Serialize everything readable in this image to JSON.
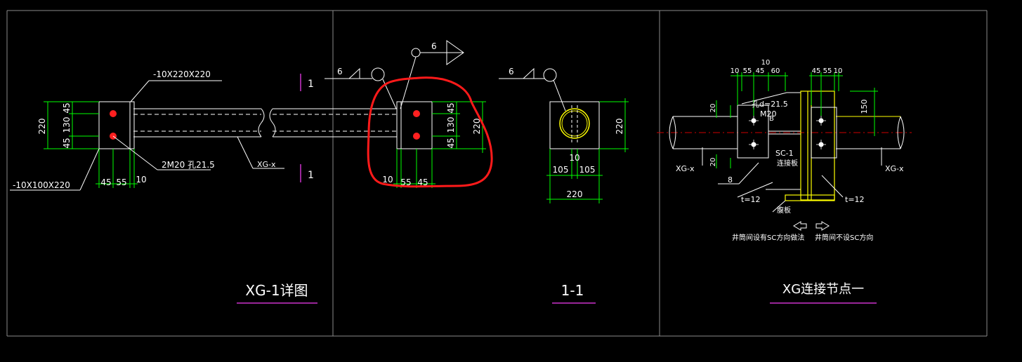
{
  "colors": {
    "background": "#000000",
    "line": "#ffffff",
    "dimension": "#00ff00",
    "bolt": "#ff2020",
    "markup": "#ff1a1a",
    "title_underline": "#cc33cc",
    "pipe_outline": "#ffff00",
    "panel_border": "#8a8a8a",
    "centerline": "#cc0000"
  },
  "panels": {
    "left": {
      "title": "XG-1详图",
      "labels": {
        "plate_top": "-10X220X220",
        "plate_bottom": "-10X100X220",
        "bolts": "2M20 孔21.5",
        "member": "XG-x",
        "section_mark": "1"
      },
      "weld_symbols": [
        "6",
        "6"
      ],
      "dims_left": {
        "total": "220",
        "top": "45",
        "mid": "130",
        "bottom": "45"
      },
      "dims_left_bottom": [
        "45",
        "55",
        "10"
      ],
      "dims_right": {
        "total": "220",
        "top": "45",
        "mid": "130",
        "bottom": "45"
      },
      "dims_right_bottom": [
        "10",
        "55",
        "45"
      ]
    },
    "middle": {
      "title": "1-1",
      "weld_symbol": "6",
      "dims_bottom": [
        "105",
        "10",
        "105"
      ],
      "dim_total_bottom": "220",
      "dim_right": "220"
    },
    "right": {
      "title": "XG连接节点一",
      "dims_top_left": [
        "10",
        "55",
        "45",
        "60"
      ],
      "dim_top_left_extra": "10",
      "dims_top_right": [
        "45",
        "55",
        "10"
      ],
      "dim_right": "150",
      "dims_left": [
        "20",
        "20"
      ],
      "labels": {
        "hole": "孔d=21.5",
        "bolt": "M20",
        "bolt_tag": "B",
        "plate": "SC-1",
        "plate_sub": "连接板",
        "member_left": "XG-x",
        "member_right": "XG-x",
        "thk_left": "t=12",
        "thk_right": "t=12",
        "weld_size": "8",
        "web": "腹板",
        "note_left": "井筒间设有SC方向做法",
        "note_right": "井筒间不设SC方向"
      }
    }
  }
}
